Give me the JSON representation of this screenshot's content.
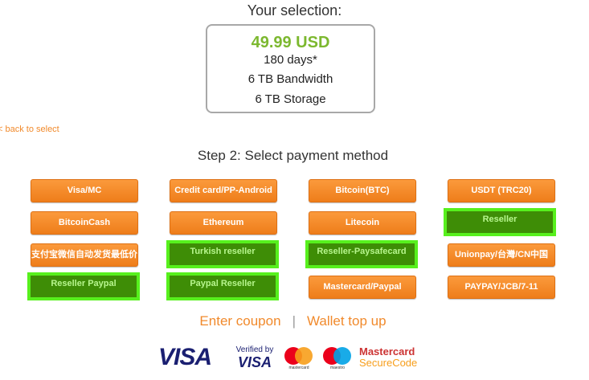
{
  "heading": "Your selection:",
  "selection": {
    "price": "49.99 USD",
    "duration": "180 days*",
    "bandwidth": "6 TB Bandwidth",
    "storage": "6 TB Storage"
  },
  "back_link": "< back to select",
  "step_title": "Step 2: Select payment method",
  "payment_methods": [
    {
      "label": "Visa/MC",
      "highlighted": false
    },
    {
      "label": "Credit card/PP-Android",
      "highlighted": false
    },
    {
      "label": "Bitcoin(BTC)",
      "highlighted": false
    },
    {
      "label": "USDT (TRC20)",
      "highlighted": false
    },
    {
      "label": "BitcoinCash",
      "highlighted": false
    },
    {
      "label": "Ethereum",
      "highlighted": false
    },
    {
      "label": "Litecoin",
      "highlighted": false
    },
    {
      "label": "Reseller",
      "highlighted": true
    },
    {
      "label": "支付宝微信自动发货最低价",
      "highlighted": false
    },
    {
      "label": "Turkish reseller",
      "highlighted": true
    },
    {
      "label": "Reseller-Paysafecard",
      "highlighted": true
    },
    {
      "label": "Unionpay/台灣/CN中国",
      "highlighted": false
    },
    {
      "label": "Reseller Paypal",
      "highlighted": true
    },
    {
      "label": "Paypal Reseller",
      "highlighted": true
    },
    {
      "label": "Mastercard/Paypal",
      "highlighted": false
    },
    {
      "label": "PAYPAY/JCB/7-11",
      "highlighted": false
    }
  ],
  "links": {
    "coupon": "Enter coupon",
    "separator": "|",
    "wallet": "Wallet top up"
  },
  "logos": {
    "visa": "VISA",
    "verified_by": "Verified by",
    "verified_visa": "VISA",
    "mastercard_label": "mastercard",
    "maestro_label": "maestro",
    "securecode_line1": "Mastercard",
    "securecode_line2": "SecureCode"
  },
  "colors": {
    "accent_orange": "#f18a2c",
    "price_green": "#7cb82f",
    "highlight_green": "#57f01d"
  }
}
